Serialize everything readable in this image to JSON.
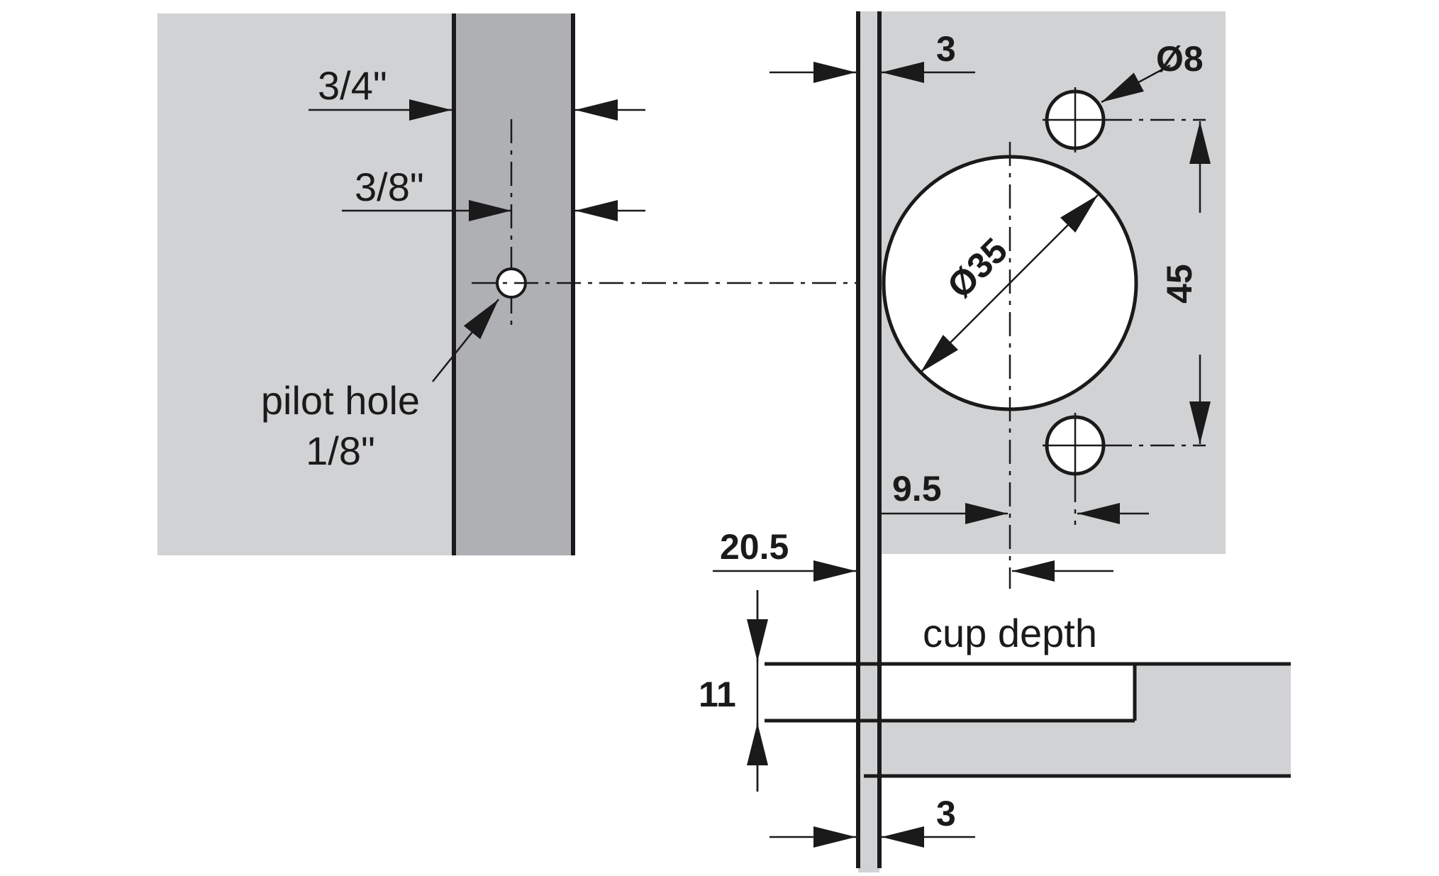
{
  "labels": {
    "three_quarter": "3/4\"",
    "three_eighth": "3/8\"",
    "pilot_hole_line1": "pilot hole",
    "pilot_hole_line2": "1/8\"",
    "three_top": "3",
    "dia_8": "Ø8",
    "dia_35": "Ø35",
    "forty_five": "45",
    "nine_five": "9.5",
    "twenty_five": "20.5",
    "cup_depth": "cup depth",
    "eleven": "11",
    "three_bottom": "3"
  },
  "colors": {
    "panel_light": "#d1d2d4",
    "panel_dark": "#aeb0b3",
    "line": "#1a1a1a",
    "hole_fill": "#ffffff"
  }
}
